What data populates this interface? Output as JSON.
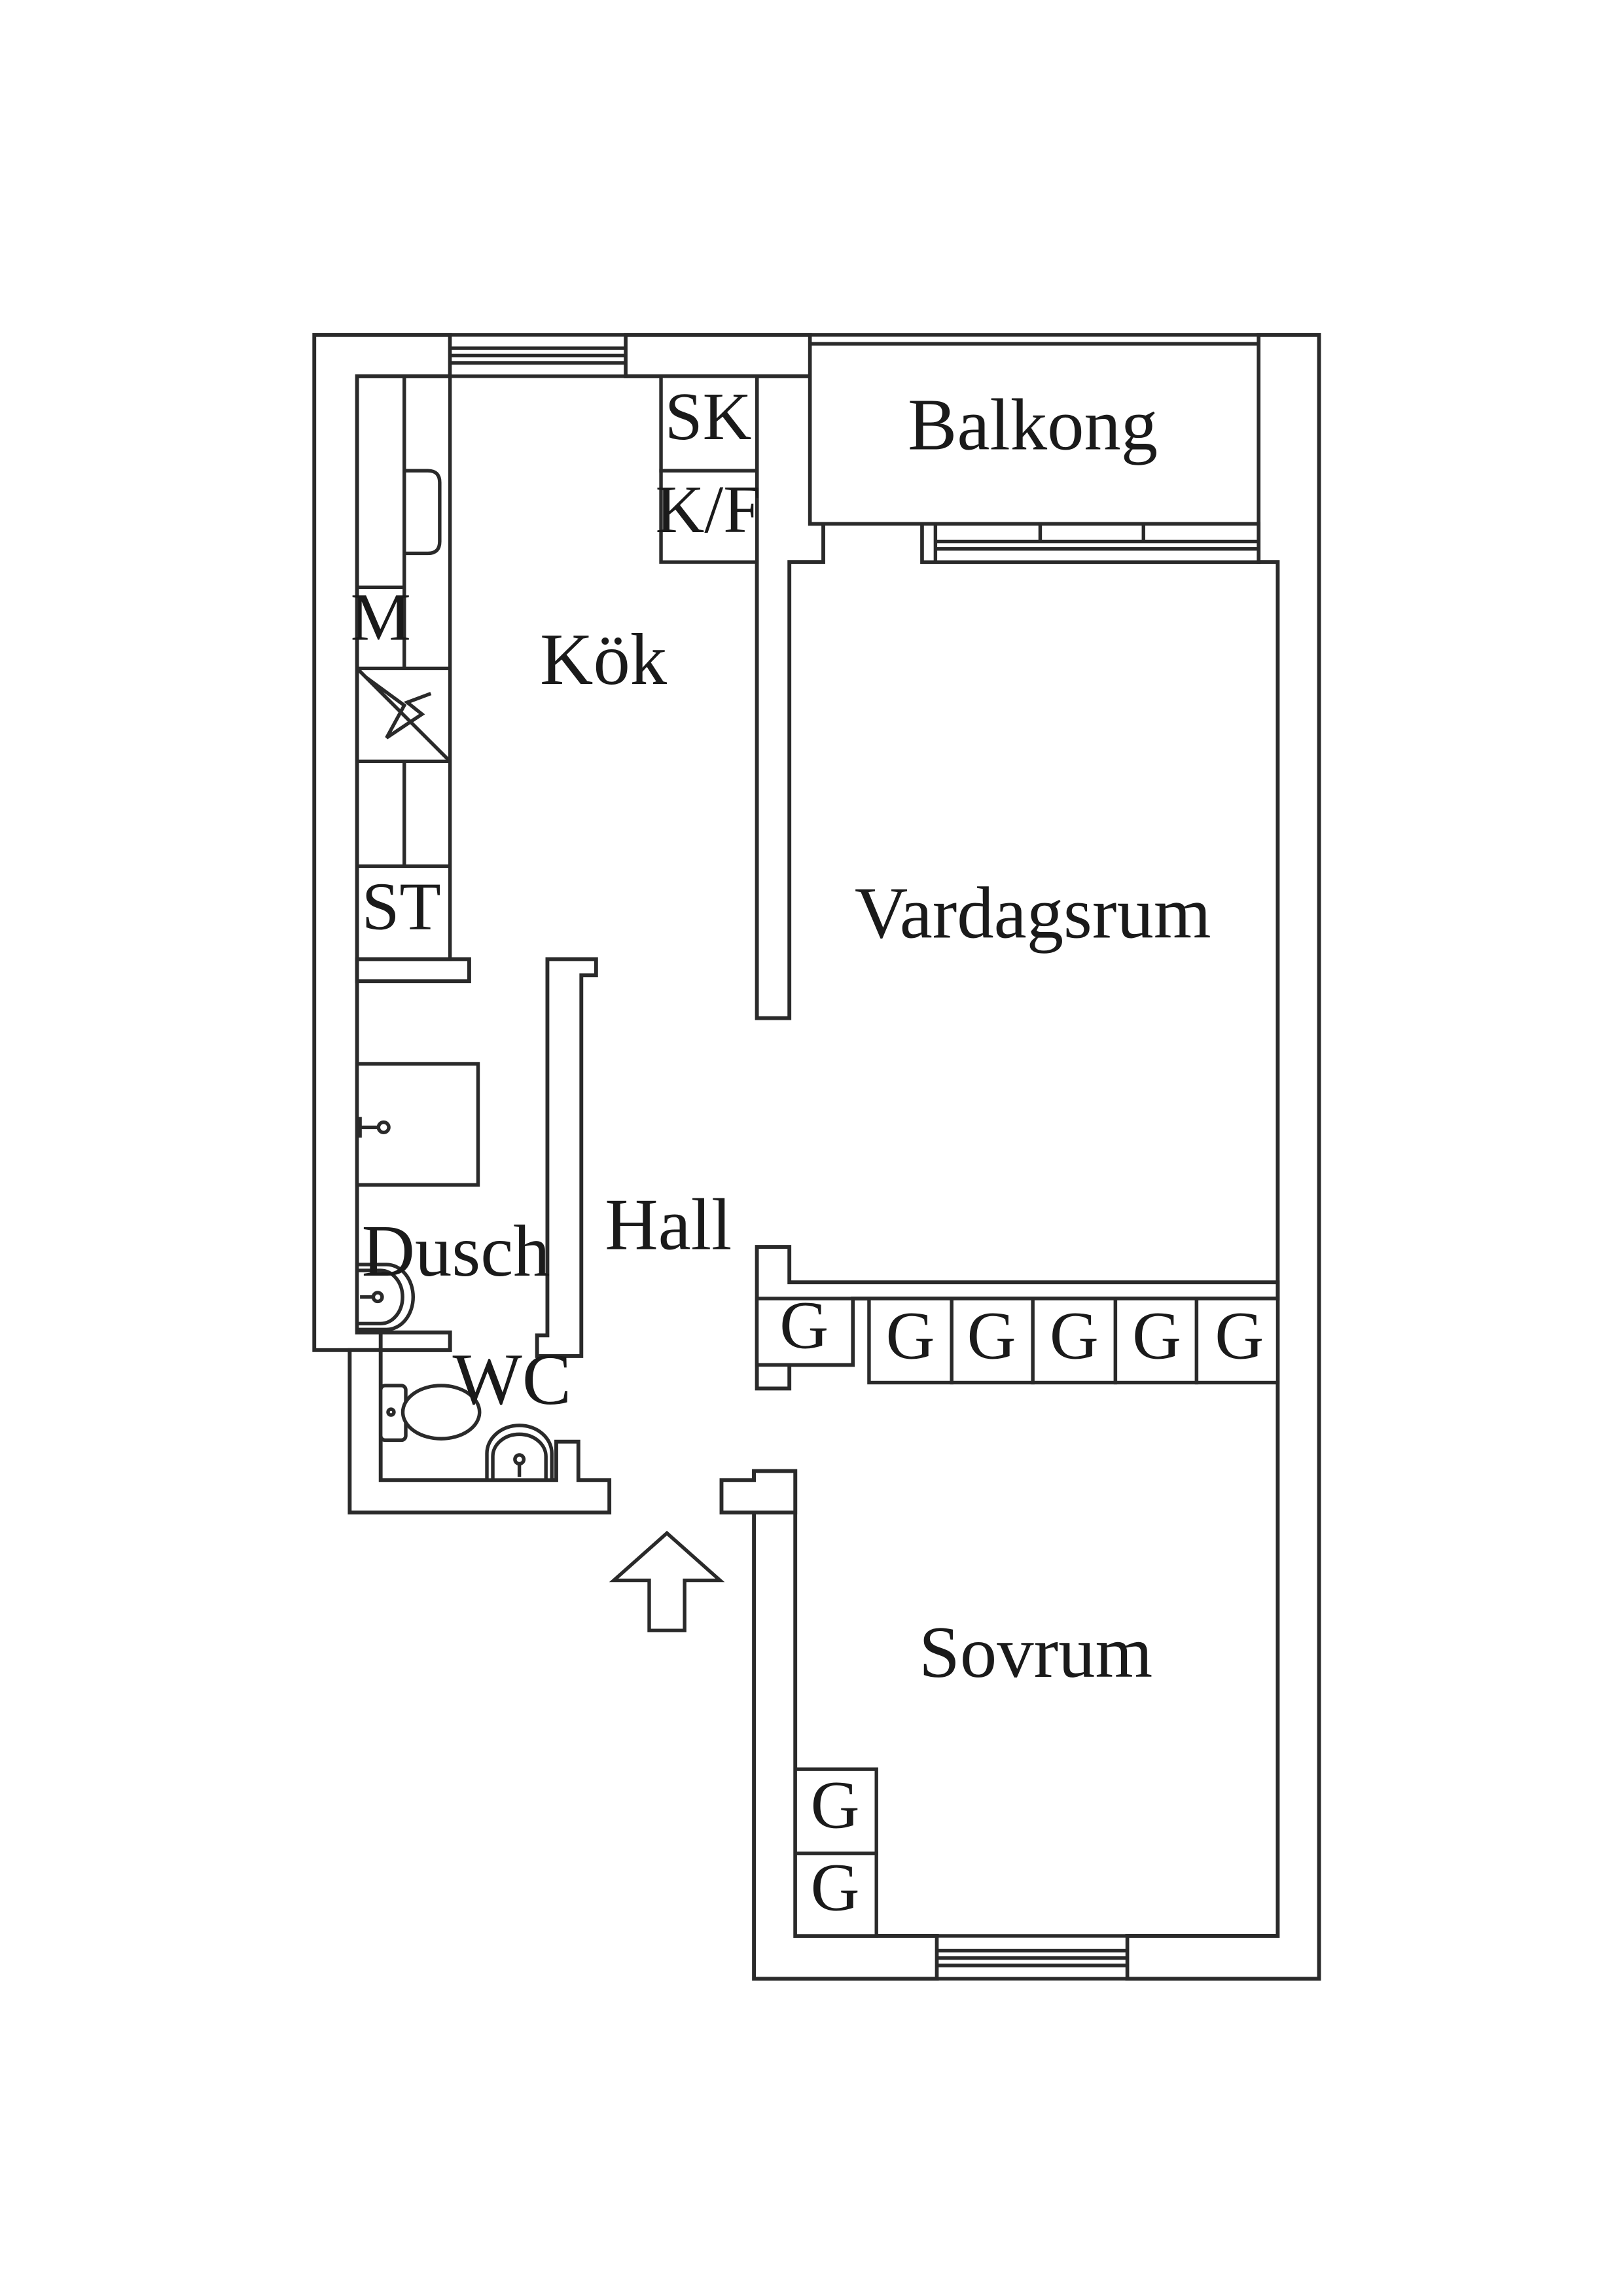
{
  "rooms": {
    "kok": "Kök",
    "vardagsrum": "Vardagsrum",
    "balkong": "Balkong",
    "hall": "Hall",
    "dusch": "Dusch",
    "wc": "WC",
    "sovrum": "Sovrum"
  },
  "fixtures": {
    "sk": "SK",
    "kf": "K/F",
    "m": "M",
    "st": "ST",
    "garderob": "G"
  },
  "entrance_icon": "entrance-arrow-icon"
}
